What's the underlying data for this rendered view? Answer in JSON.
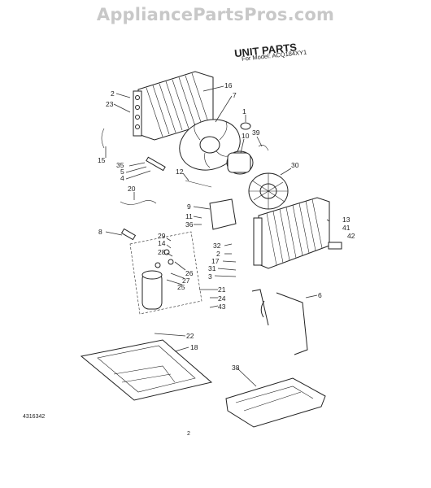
{
  "watermark": "AppliancePartsPros.com",
  "title": "UNIT PARTS",
  "subtitle": "For Model: ACQ184XY1",
  "footer_code": "4316342",
  "page_number": "2",
  "callouts": [
    "2",
    "23",
    "16",
    "7",
    "1",
    "10",
    "39",
    "15",
    "35",
    "5",
    "4",
    "12",
    "20",
    "30",
    "9",
    "11",
    "36",
    "13",
    "41",
    "42",
    "8",
    "29",
    "14",
    "28",
    "32",
    "2",
    "17",
    "31",
    "3",
    "26",
    "27",
    "25",
    "21",
    "24",
    "43",
    "6",
    "22",
    "18",
    "38"
  ]
}
